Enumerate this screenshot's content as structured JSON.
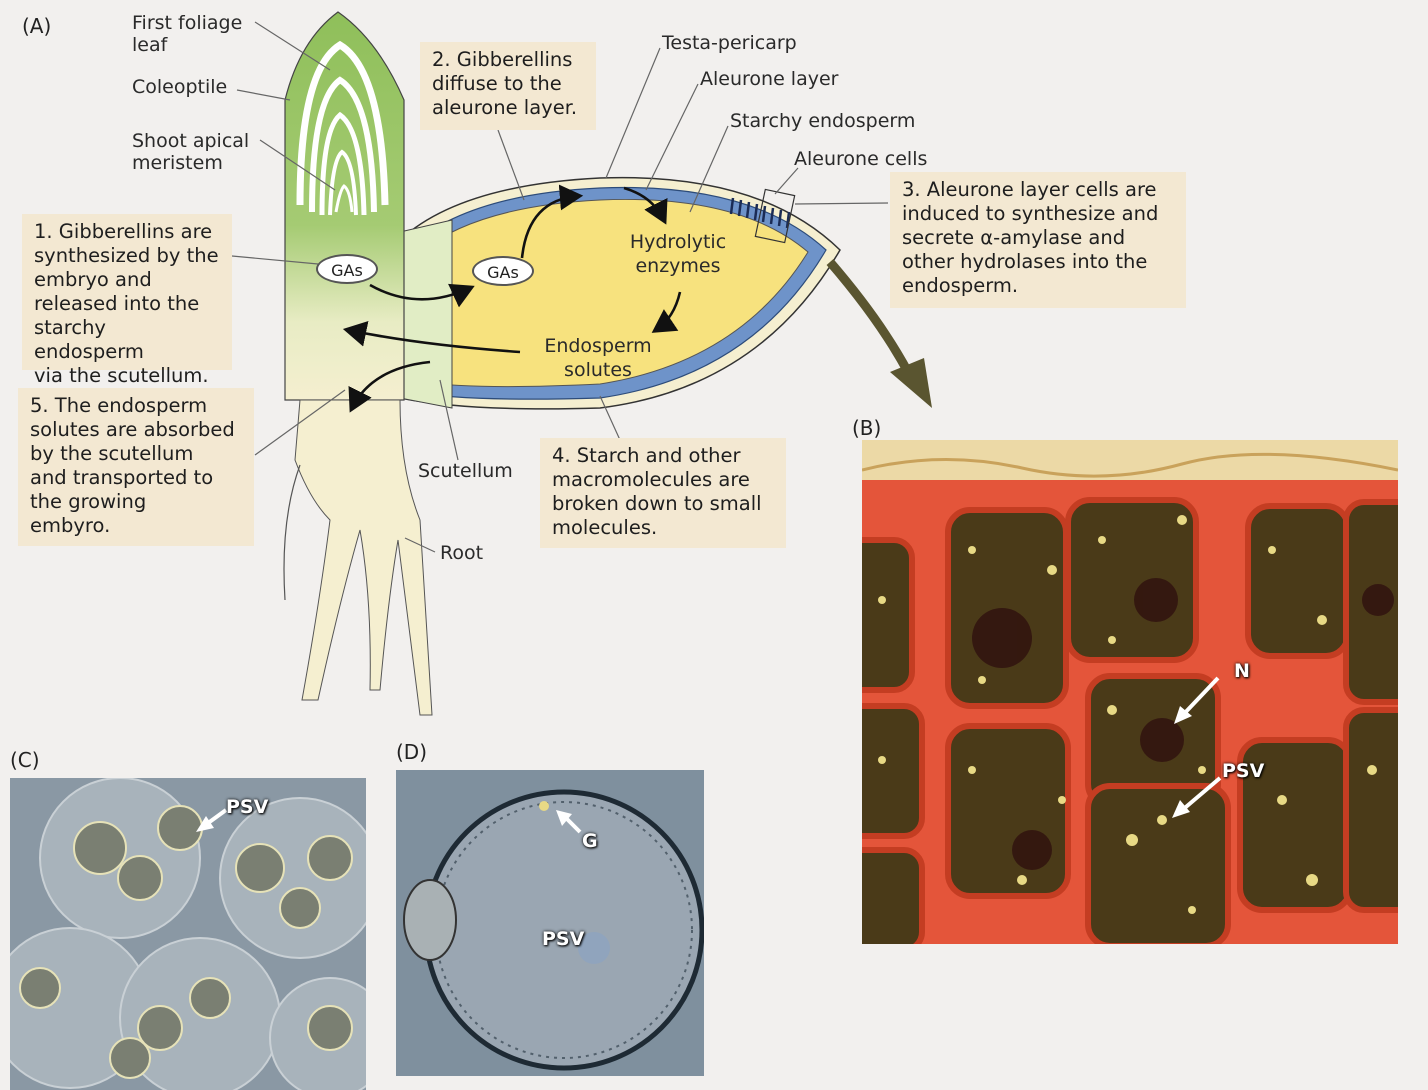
{
  "panels": {
    "a": "(A)",
    "b": "(B)",
    "c": "(C)",
    "d": "(D)"
  },
  "labels": {
    "first_foliage_leaf": "First foliage\nleaf",
    "coleoptile": "Coleoptile",
    "shoot_apical_meristem": "Shoot apical\nmeristem",
    "scutellum": "Scutellum",
    "root": "Root",
    "testa_pericarp": "Testa-pericarp",
    "aleurone_layer": "Aleurone layer",
    "starchy_endosperm": "Starchy endosperm",
    "aleurone_cells": "Aleurone cells",
    "hydrolytic_enzymes": "Hydrolytic\nenzymes",
    "endosperm_solutes": "Endosperm\nsolutes",
    "gas_embryo": "GAs",
    "gas_endosperm": "GAs"
  },
  "steps": {
    "step1": "1. Gibberellins are\nsynthesized by the\nembryo and\nreleased into the\nstarchy endosperm\nvia the scutellum.",
    "step2": "2. Gibberellins\ndiffuse to the\naleurone layer.",
    "step3": "3. Aleurone layer cells are\ninduced to synthesize and\nsecrete α-amylase and\nother hydrolases into the\nendosperm.",
    "step4": "4. Starch and other\nmacromolecules are\nbroken down to small\nmolecules.",
    "step5": "5. The endosperm\nsolutes are absorbed\nby the scutellum\nand transported to\nthe growing\nembyro."
  },
  "micrographs": {
    "b_n": "N",
    "b_psv": "PSV",
    "c_psv": "PSV",
    "d_g": "G",
    "d_psv": "PSV"
  },
  "colors": {
    "seedling_green": "#8fbf5a",
    "seedling_cream": "#f5efd0",
    "endosperm_yellow": "#f7e27e",
    "aleurone_blue": "#6e93c9",
    "step_box": "#f3e8d2",
    "micro_b_wall": "#e4553a",
    "micro_c_bg": "#8a98a4",
    "micro_d_bg": "#7f909e"
  }
}
